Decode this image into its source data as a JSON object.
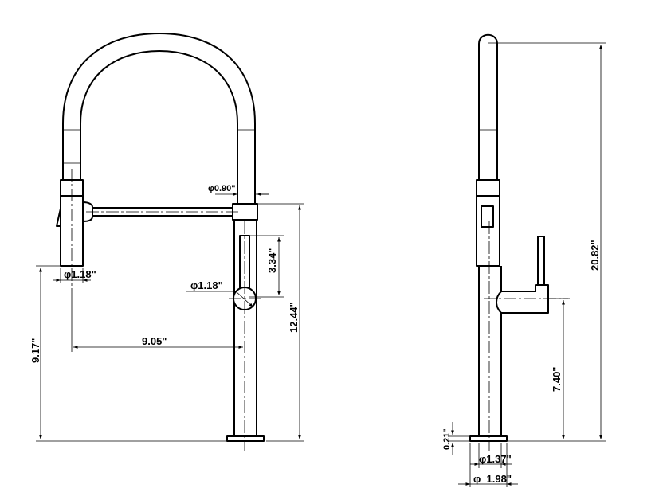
{
  "front_view": {
    "spray_diameter": "φ1.18\"",
    "hose_diameter": "φ0.90\"",
    "handle_diameter": "φ1.18\"",
    "handle_height": "3.34\"",
    "reach": "9.05\"",
    "spray_height": "9.17\"",
    "body_height": "12.44\""
  },
  "side_view": {
    "total_height": "20.82\"",
    "lever_height": "7.40\"",
    "base_thickness": "0.21\"",
    "body_diameter": "φ1.37\"",
    "base_diameter": "φ  1.98\""
  }
}
